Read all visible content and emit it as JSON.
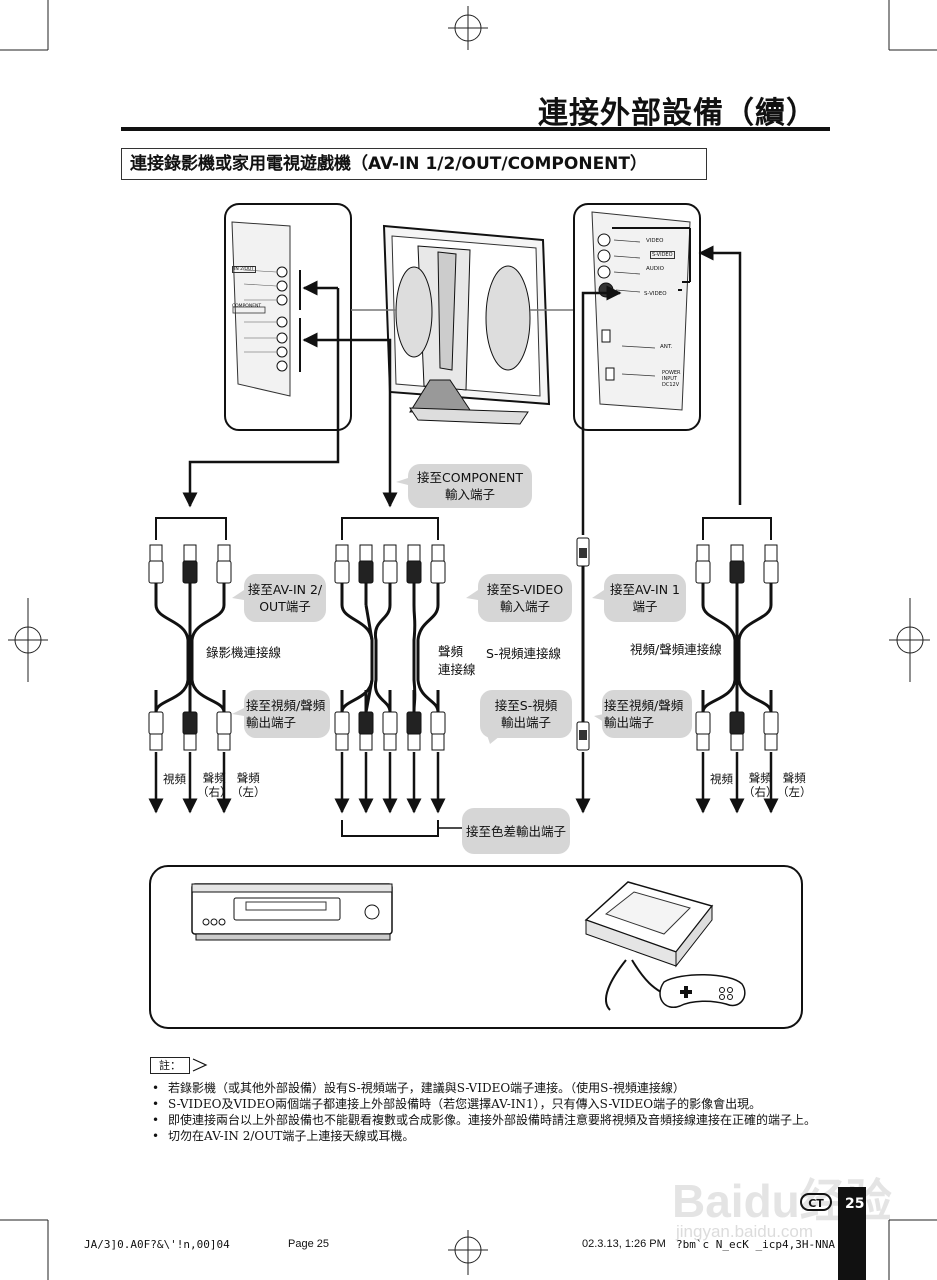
{
  "header": {
    "page_title": "連接外部設備（續）",
    "section_title": "連接錄影機或家用電視遊戲機（AV-IN 1/2/OUT/COMPONENT）"
  },
  "bubbles": {
    "component_in": [
      "接至COMPONENT",
      "輸入端子"
    ],
    "av_in2_out": [
      "接至AV-IN 2/",
      "OUT端子"
    ],
    "svideo_in": [
      "接至S-VIDEO",
      "輸入端子"
    ],
    "av_in1": [
      "接至AV-IN 1",
      "端子"
    ],
    "av_out_left": [
      "接至視頻/聲頻",
      "輸出端子"
    ],
    "svideo_out": [
      "接至S-視頻",
      "輸出端子"
    ],
    "av_out_right": [
      "接至視頻/聲頻",
      "輸出端子"
    ],
    "component_out": "接至色差輸出端子"
  },
  "cables": {
    "vcr_cable": "錄影機連接線",
    "audio_cable": [
      "聲頻",
      "連接線"
    ],
    "svideo_cable": "S-視頻連接線",
    "av_cable": "視頻/聲頻連接線"
  },
  "plug_labels": {
    "video": "視頻",
    "audio_r": [
      "聲頻",
      "（右）"
    ],
    "audio_l": [
      "聲頻",
      "（左）"
    ]
  },
  "note": {
    "label": "註：",
    "items": [
      "若錄影機（或其他外部設備）設有S-視頻端子，建議與S-VIDEO端子連接。（使用S-視頻連接線）",
      "S-VIDEO及VIDEO兩個端子都連接上外部設備時（若您選擇AV-IN1），只有傳入S-VIDEO端子的影像會出現。",
      "即使連接兩台以上外部設備也不能觀看複數或合成影像。連接外部設備時請注意要將視頻及音頻接線連接在正確的端子上。",
      "切勿在AV-IN 2/OUT端子上連接天線或耳機。"
    ]
  },
  "panel_labels": {
    "video": "VIDEO",
    "svideo_tag": "S-VIDEO",
    "audio": "AUDIO",
    "svideo": "S-VIDEO",
    "ant": "ANT.",
    "power": [
      "POWER",
      "INPUT",
      "DC12V"
    ],
    "component": "COMPONENT",
    "in2out": "IN 2/OUT"
  },
  "footer": {
    "left_code": "JA/3]0.A0F?&\\'!n,00]04",
    "page": "Page 25",
    "date": "02.3.13, 1:26 PM",
    "right_code": "?bm`c N_ecK _icp4,3H-NNA"
  },
  "page_number": "25",
  "lang_badge": "CT",
  "watermark": {
    "brand": "Baidu经验",
    "url": "jingyan.baidu.com"
  },
  "colors": {
    "bubble": "#d6d6d6",
    "ink": "#111111",
    "tab": "#111111"
  }
}
